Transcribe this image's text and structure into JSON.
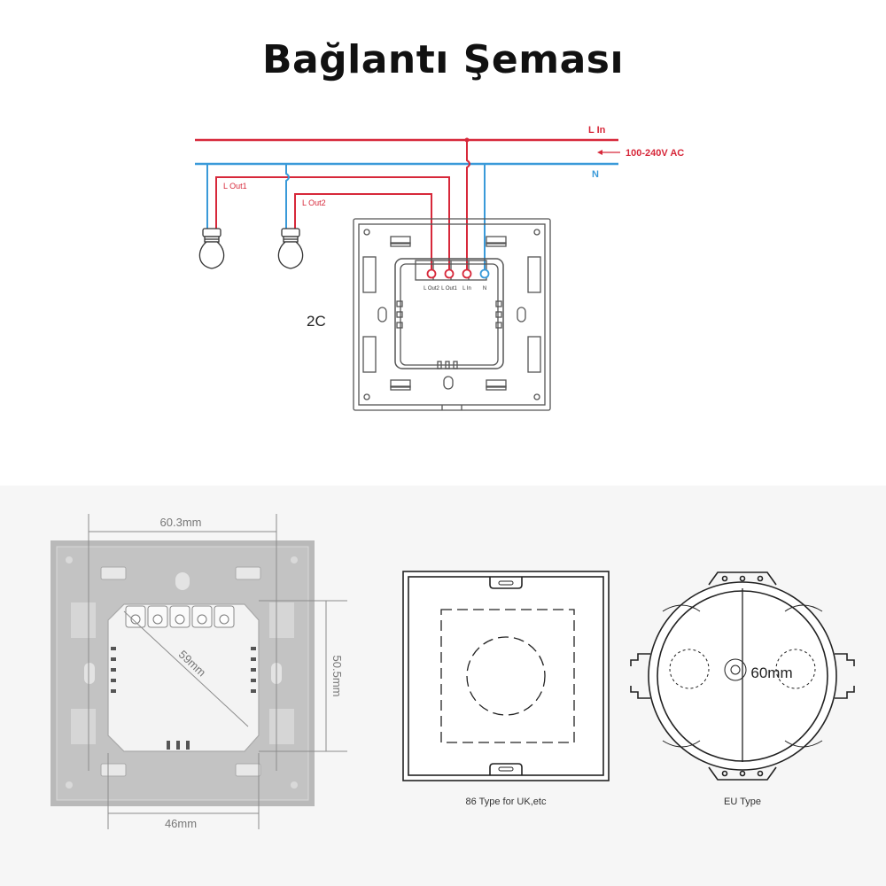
{
  "title": "Bağlantı Şeması",
  "wiring": {
    "l_in": "L In",
    "voltage": "100-240V AC",
    "n": "N",
    "l_out1": "L Out1",
    "l_out2": "L Out2",
    "model": "2C",
    "terminals": [
      "L Out2",
      "L Out1",
      "L In",
      "N"
    ]
  },
  "dimensions": {
    "width_top": "60.3mm",
    "height_right": "50.5mm",
    "diagonal": "59mm",
    "width_bottom": "46mm",
    "eu_box": "60mm"
  },
  "boxes": {
    "uk_label": "86 Type for UK,etc",
    "eu_label": "EU Type"
  },
  "colors": {
    "live": "#d7283a",
    "neutral": "#3a9ad9"
  }
}
